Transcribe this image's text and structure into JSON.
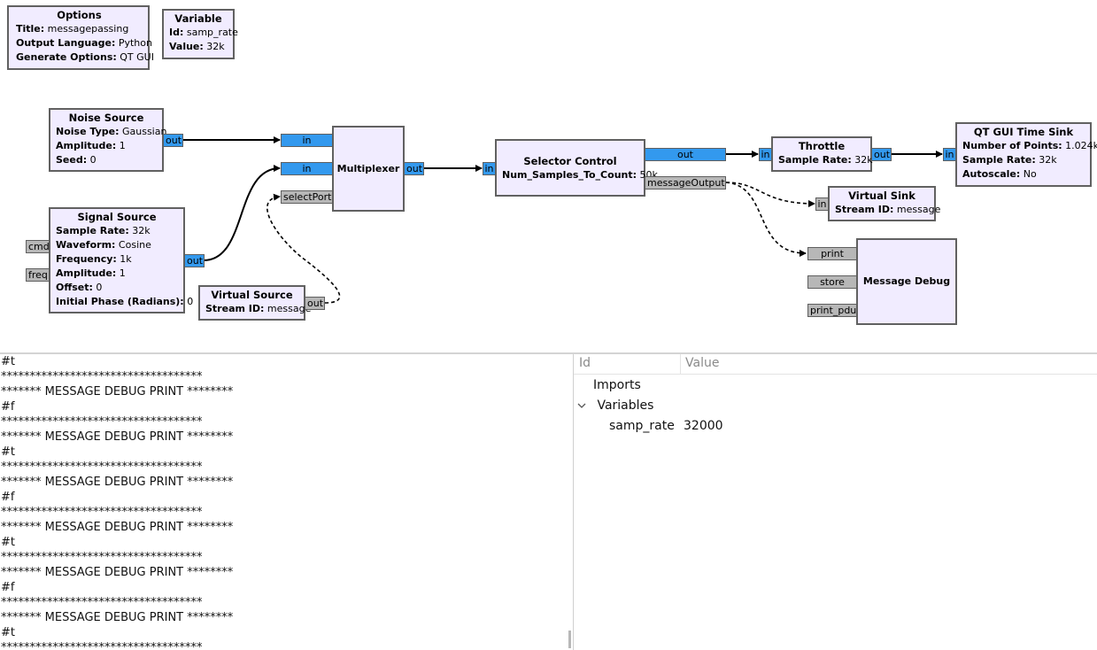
{
  "blocks": {
    "options": {
      "title": "Options",
      "fields": [
        {
          "k": "Title:",
          "v": " messagepassing"
        },
        {
          "k": "Output Language:",
          "v": " Python"
        },
        {
          "k": "Generate Options:",
          "v": " QT GUI"
        }
      ]
    },
    "variable": {
      "title": "Variable",
      "fields": [
        {
          "k": "Id:",
          "v": " samp_rate"
        },
        {
          "k": "Value:",
          "v": " 32k"
        }
      ]
    },
    "noise_source": {
      "title": "Noise Source",
      "fields": [
        {
          "k": "Noise Type:",
          "v": " Gaussian"
        },
        {
          "k": "Amplitude:",
          "v": " 1"
        },
        {
          "k": "Seed:",
          "v": " 0"
        }
      ]
    },
    "signal_source": {
      "title": "Signal Source",
      "fields": [
        {
          "k": "Sample Rate:",
          "v": " 32k"
        },
        {
          "k": "Waveform:",
          "v": " Cosine"
        },
        {
          "k": "Frequency:",
          "v": " 1k"
        },
        {
          "k": "Amplitude:",
          "v": " 1"
        },
        {
          "k": "Offset:",
          "v": " 0"
        },
        {
          "k": "Initial Phase (Radians):",
          "v": " 0"
        }
      ]
    },
    "virtual_source": {
      "title": "Virtual Source",
      "fields": [
        {
          "k": "Stream ID:",
          "v": " message"
        }
      ]
    },
    "multiplexer": {
      "title": "Multiplexer"
    },
    "selector_control": {
      "title": "Selector Control",
      "fields": [
        {
          "k": "Num_Samples_To_Count:",
          "v": " 50k"
        }
      ]
    },
    "throttle": {
      "title": "Throttle",
      "fields": [
        {
          "k": "Sample Rate:",
          "v": " 32k"
        }
      ]
    },
    "qt_time_sink": {
      "title": "QT GUI Time Sink",
      "fields": [
        {
          "k": "Number of Points:",
          "v": " 1.024k"
        },
        {
          "k": "Sample Rate:",
          "v": " 32k"
        },
        {
          "k": "Autoscale:",
          "v": " No"
        }
      ]
    },
    "virtual_sink": {
      "title": "Virtual Sink",
      "fields": [
        {
          "k": "Stream ID:",
          "v": " message"
        }
      ]
    },
    "message_debug": {
      "title": "Message Debug"
    }
  },
  "ports": {
    "noise_out": "out",
    "sig_cmd": "cmd",
    "sig_freq": "freq",
    "sig_out": "out",
    "vsrc_out": "out",
    "mux_in0": "in",
    "mux_in1": "in",
    "mux_select": "selectPort",
    "mux_out": "out",
    "sel_in": "in",
    "sel_out": "out",
    "sel_msg": "messageOutput",
    "thr_in": "in",
    "thr_out": "out",
    "sink_in": "in",
    "vsink_in": "in",
    "dbg_print": "print",
    "dbg_store": "store",
    "dbg_pdu": "print_pdu"
  },
  "console": {
    "lines": [
      "#t",
      "***********************************",
      "******* MESSAGE DEBUG PRINT ********",
      "#f",
      "***********************************",
      "******* MESSAGE DEBUG PRINT ********",
      "#t",
      "***********************************",
      "******* MESSAGE DEBUG PRINT ********",
      "#f",
      "***********************************",
      "******* MESSAGE DEBUG PRINT ********",
      "#t",
      "***********************************",
      "******* MESSAGE DEBUG PRINT ********",
      "#f",
      "***********************************",
      "******* MESSAGE DEBUG PRINT ********",
      "#t",
      "***********************************"
    ]
  },
  "variables": {
    "col_id": "Id",
    "col_value": "Value",
    "imports_label": "Imports",
    "variables_label": "Variables",
    "expand_icon": "chevron-down-icon",
    "rows": [
      {
        "id": "samp_rate",
        "value": "32000"
      }
    ]
  },
  "colors": {
    "block_bg": "#f1ecff",
    "stream_port": "#3399ee",
    "message_port": "#b7b7b7",
    "border": "#616161"
  }
}
